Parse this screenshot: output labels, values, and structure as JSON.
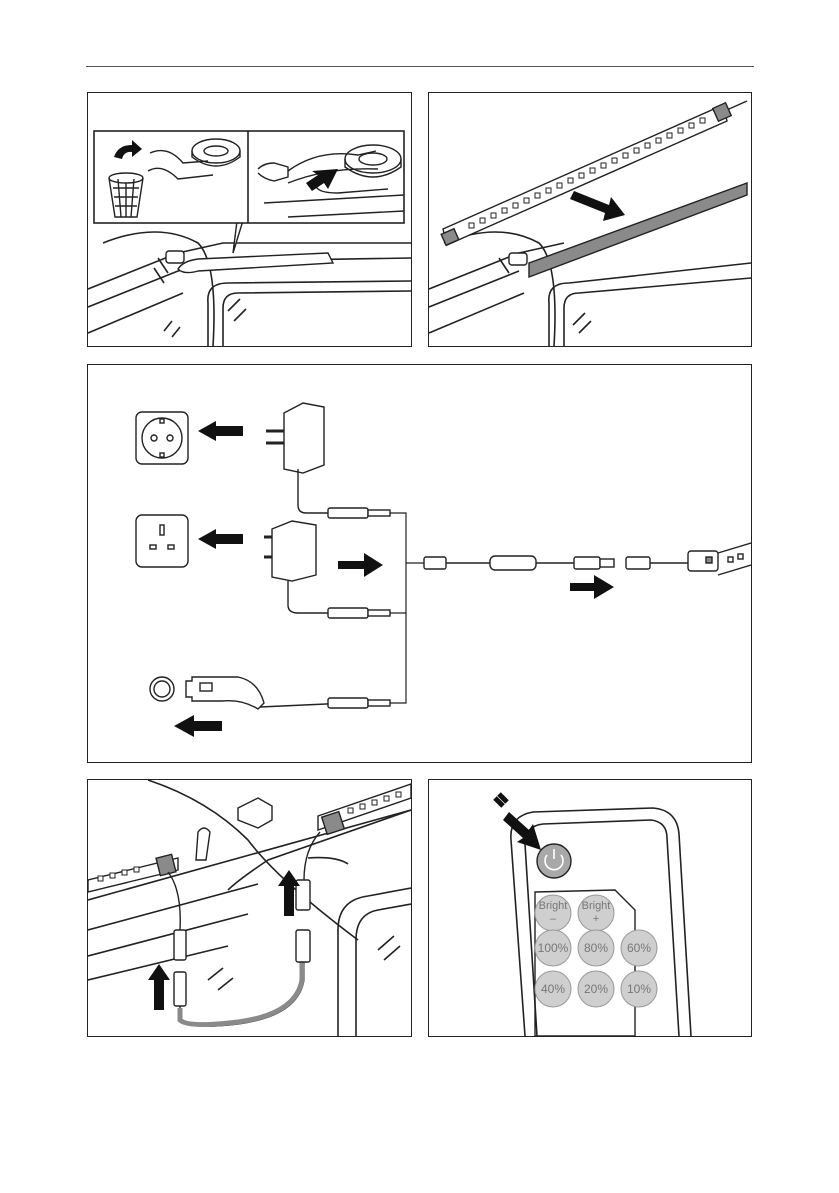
{
  "page": {
    "title": "LED strip installation and remote control instructions"
  },
  "remote": {
    "buttons": {
      "bright_minus_top": "Bright",
      "bright_minus_sign": "–",
      "bright_plus_top": "Bright",
      "bright_plus_sign": "+",
      "p100": "100%",
      "p80": "80%",
      "p60": "60%",
      "p40": "40%",
      "p20": "20%",
      "p10": "10%"
    }
  },
  "colors": {
    "line": "#222222",
    "arrow": "#111111",
    "strip_gray": "#8a8a8a",
    "button_gray": "#cfcfcf",
    "power_gray": "#a8a8a8"
  }
}
